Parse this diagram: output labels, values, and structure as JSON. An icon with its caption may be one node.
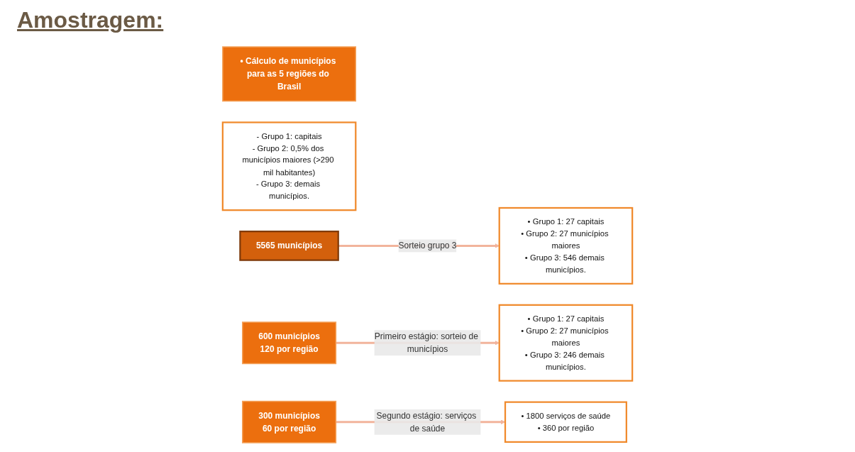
{
  "diagram": {
    "title": "Amostragem:",
    "nodes": [
      {
        "text": [
          "• Cálculo de municípios para as 5 regiões do Brasil"
        ]
      },
      {
        "text": [
          "- Grupo 1: capitais",
          "- Grupo 2: 0,5% dos municípios maiores (>290 mil habitantes)",
          "- Grupo 3: demais municípios."
        ]
      },
      {
        "text": [
          "5565 municípios"
        ]
      },
      {
        "text": [
          "600 municípios",
          "120 por região"
        ]
      },
      {
        "text": [
          "• Grupo 1: 27 capitais",
          "• Grupo 2: 27 municípios maiores",
          "• Grupo 3: 546 demais municípios."
        ]
      },
      {
        "text": [
          "• Grupo 1: 27 capitais",
          "• Grupo 2: 27 municípios maiores",
          "• Grupo 3: 246 demais municípios."
        ]
      },
      {
        "text": [
          "300 municípios",
          "60 por região"
        ]
      },
      {
        "text": [
          "• 1800 serviços de saúde",
          "• 360 por região"
        ]
      }
    ],
    "edges": [
      {
        "from": 2,
        "to": 4,
        "arrow": "to",
        "label": "Sorteio grupo 3"
      },
      {
        "from": 3,
        "to": 5,
        "arrow": "to",
        "label": "Primeiro estágio: sorteio de municípios"
      },
      {
        "from": 6,
        "to": 7,
        "arrow": "to",
        "label": "Segundo estágio: serviços de saúde"
      }
    ]
  }
}
